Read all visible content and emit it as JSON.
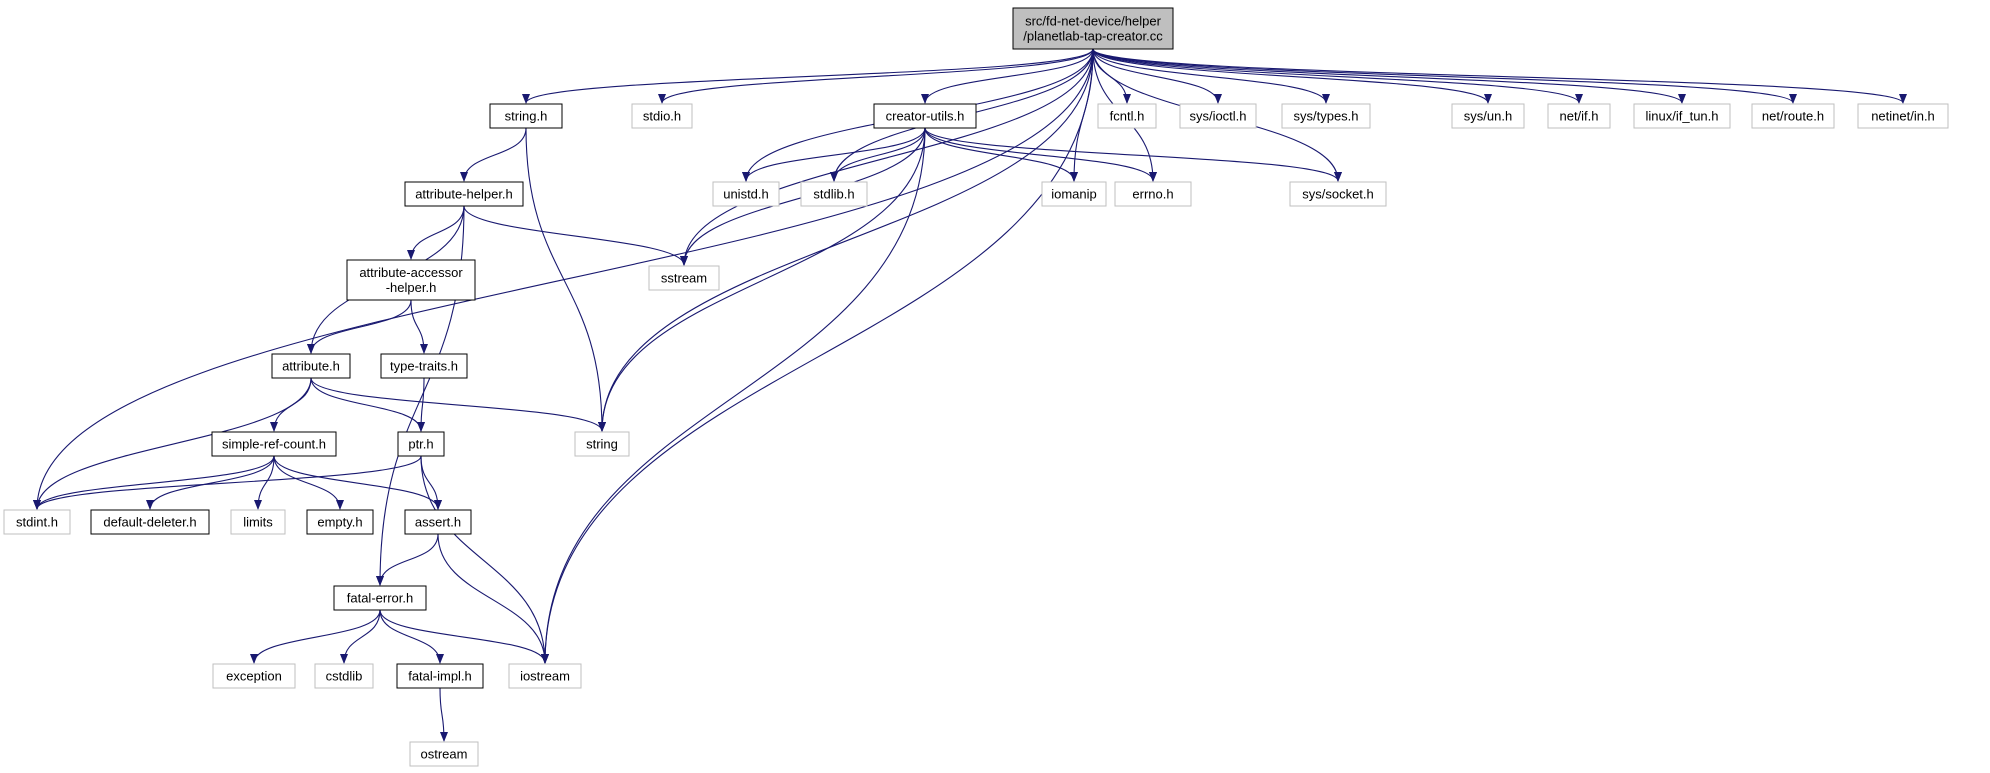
{
  "graph": {
    "nodes": [
      {
        "id": "root",
        "lines": [
          "src/fd-net-device/helper",
          "/planetlab-tap-creator.cc"
        ],
        "kind": "root"
      },
      {
        "id": "string_h",
        "lines": [
          "string.h"
        ],
        "kind": "local"
      },
      {
        "id": "stdio_h",
        "lines": [
          "stdio.h"
        ],
        "kind": "system"
      },
      {
        "id": "creator_utils_h",
        "lines": [
          "creator-utils.h"
        ],
        "kind": "local"
      },
      {
        "id": "fcntl_h",
        "lines": [
          "fcntl.h"
        ],
        "kind": "system"
      },
      {
        "id": "sys_ioctl_h",
        "lines": [
          "sys/ioctl.h"
        ],
        "kind": "system"
      },
      {
        "id": "sys_types_h",
        "lines": [
          "sys/types.h"
        ],
        "kind": "system"
      },
      {
        "id": "sys_un_h",
        "lines": [
          "sys/un.h"
        ],
        "kind": "system"
      },
      {
        "id": "net_if_h",
        "lines": [
          "net/if.h"
        ],
        "kind": "system"
      },
      {
        "id": "linux_if_tun_h",
        "lines": [
          "linux/if_tun.h"
        ],
        "kind": "system"
      },
      {
        "id": "net_route_h",
        "lines": [
          "net/route.h"
        ],
        "kind": "system"
      },
      {
        "id": "netinet_in_h",
        "lines": [
          "netinet/in.h"
        ],
        "kind": "system"
      },
      {
        "id": "attribute_helper_h",
        "lines": [
          "attribute-helper.h"
        ],
        "kind": "local"
      },
      {
        "id": "unistd_h",
        "lines": [
          "unistd.h"
        ],
        "kind": "system"
      },
      {
        "id": "stdlib_h",
        "lines": [
          "stdlib.h"
        ],
        "kind": "system"
      },
      {
        "id": "iomanip",
        "lines": [
          "iomanip"
        ],
        "kind": "system"
      },
      {
        "id": "errno_h",
        "lines": [
          "errno.h"
        ],
        "kind": "system"
      },
      {
        "id": "sys_socket_h",
        "lines": [
          "sys/socket.h"
        ],
        "kind": "system"
      },
      {
        "id": "attribute_accessor_helper_h",
        "lines": [
          "attribute-accessor",
          "-helper.h"
        ],
        "kind": "local"
      },
      {
        "id": "sstream",
        "lines": [
          "sstream"
        ],
        "kind": "system"
      },
      {
        "id": "attribute_h",
        "lines": [
          "attribute.h"
        ],
        "kind": "local"
      },
      {
        "id": "type_traits_h",
        "lines": [
          "type-traits.h"
        ],
        "kind": "local"
      },
      {
        "id": "simple_ref_count_h",
        "lines": [
          "simple-ref-count.h"
        ],
        "kind": "local"
      },
      {
        "id": "ptr_h",
        "lines": [
          "ptr.h"
        ],
        "kind": "local"
      },
      {
        "id": "string",
        "lines": [
          "string"
        ],
        "kind": "system"
      },
      {
        "id": "stdint_h",
        "lines": [
          "stdint.h"
        ],
        "kind": "system"
      },
      {
        "id": "default_deleter_h",
        "lines": [
          "default-deleter.h"
        ],
        "kind": "local"
      },
      {
        "id": "limits",
        "lines": [
          "limits"
        ],
        "kind": "system"
      },
      {
        "id": "empty_h",
        "lines": [
          "empty.h"
        ],
        "kind": "local"
      },
      {
        "id": "assert_h",
        "lines": [
          "assert.h"
        ],
        "kind": "local"
      },
      {
        "id": "fatal_error_h",
        "lines": [
          "fatal-error.h"
        ],
        "kind": "local"
      },
      {
        "id": "exception",
        "lines": [
          "exception"
        ],
        "kind": "system"
      },
      {
        "id": "cstdlib",
        "lines": [
          "cstdlib"
        ],
        "kind": "system"
      },
      {
        "id": "fatal_impl_h",
        "lines": [
          "fatal-impl.h"
        ],
        "kind": "local"
      },
      {
        "id": "iostream",
        "lines": [
          "iostream"
        ],
        "kind": "system"
      },
      {
        "id": "ostream",
        "lines": [
          "ostream"
        ],
        "kind": "system"
      }
    ],
    "edges": [
      [
        "root",
        "stdint_h"
      ],
      [
        "root",
        "string_h"
      ],
      [
        "root",
        "stdio_h"
      ],
      [
        "root",
        "sstream"
      ],
      [
        "root",
        "unistd_h"
      ],
      [
        "root",
        "stdlib_h"
      ],
      [
        "root",
        "string"
      ],
      [
        "root",
        "creator_utils_h"
      ],
      [
        "root",
        "iomanip"
      ],
      [
        "root",
        "errno_h"
      ],
      [
        "root",
        "fcntl_h"
      ],
      [
        "root",
        "sys_ioctl_h"
      ],
      [
        "root",
        "sys_types_h"
      ],
      [
        "root",
        "sys_socket_h"
      ],
      [
        "root",
        "sys_un_h"
      ],
      [
        "root",
        "net_if_h"
      ],
      [
        "root",
        "linux_if_tun_h"
      ],
      [
        "root",
        "net_route_h"
      ],
      [
        "root",
        "netinet_in_h"
      ],
      [
        "root",
        "iostream"
      ],
      [
        "string_h",
        "attribute_helper_h"
      ],
      [
        "string_h",
        "string"
      ],
      [
        "creator_utils_h",
        "unistd_h"
      ],
      [
        "creator_utils_h",
        "stdlib_h"
      ],
      [
        "creator_utils_h",
        "iomanip"
      ],
      [
        "creator_utils_h",
        "errno_h"
      ],
      [
        "creator_utils_h",
        "sys_socket_h"
      ],
      [
        "creator_utils_h",
        "sstream"
      ],
      [
        "creator_utils_h",
        "string"
      ],
      [
        "creator_utils_h",
        "iostream"
      ],
      [
        "attribute_helper_h",
        "attribute_h"
      ],
      [
        "attribute_helper_h",
        "attribute_accessor_helper_h"
      ],
      [
        "attribute_helper_h",
        "sstream"
      ],
      [
        "attribute_helper_h",
        "fatal_error_h"
      ],
      [
        "attribute_accessor_helper_h",
        "attribute_h"
      ],
      [
        "attribute_accessor_helper_h",
        "type_traits_h"
      ],
      [
        "attribute_h",
        "stdint_h"
      ],
      [
        "attribute_h",
        "simple_ref_count_h"
      ],
      [
        "attribute_h",
        "ptr_h"
      ],
      [
        "attribute_h",
        "string"
      ],
      [
        "type_traits_h",
        "ptr_h"
      ],
      [
        "simple_ref_count_h",
        "stdint_h"
      ],
      [
        "simple_ref_count_h",
        "default_deleter_h"
      ],
      [
        "simple_ref_count_h",
        "limits"
      ],
      [
        "simple_ref_count_h",
        "empty_h"
      ],
      [
        "simple_ref_count_h",
        "assert_h"
      ],
      [
        "ptr_h",
        "stdint_h"
      ],
      [
        "ptr_h",
        "assert_h"
      ],
      [
        "ptr_h",
        "iostream"
      ],
      [
        "assert_h",
        "fatal_error_h"
      ],
      [
        "assert_h",
        "iostream"
      ],
      [
        "fatal_error_h",
        "exception"
      ],
      [
        "fatal_error_h",
        "cstdlib"
      ],
      [
        "fatal_error_h",
        "fatal_impl_h"
      ],
      [
        "fatal_error_h",
        "iostream"
      ],
      [
        "fatal_impl_h",
        "ostream"
      ]
    ]
  },
  "colors": {
    "edge": "#191970",
    "root_fill": "#bfbfbf",
    "local_stroke": "#000000",
    "system_stroke": "#bfbfbf",
    "node_fill": "#ffffff"
  }
}
